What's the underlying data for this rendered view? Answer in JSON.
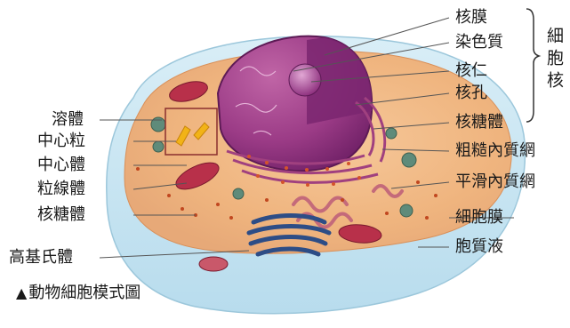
{
  "labels_left": [
    "溶體",
    "中心粒",
    "中心體",
    "粒線體",
    "核糖體",
    "高基氏體"
  ],
  "labels_right": [
    "核膜",
    "染色質",
    "核仁",
    "核孔",
    "核糖體",
    "粗糙內質網",
    "平滑內質網",
    "細胞膜",
    "胞質液"
  ],
  "bracket_label": "細胞核",
  "caption": "動物細胞模式圖",
  "caption_marker": "▲"
}
